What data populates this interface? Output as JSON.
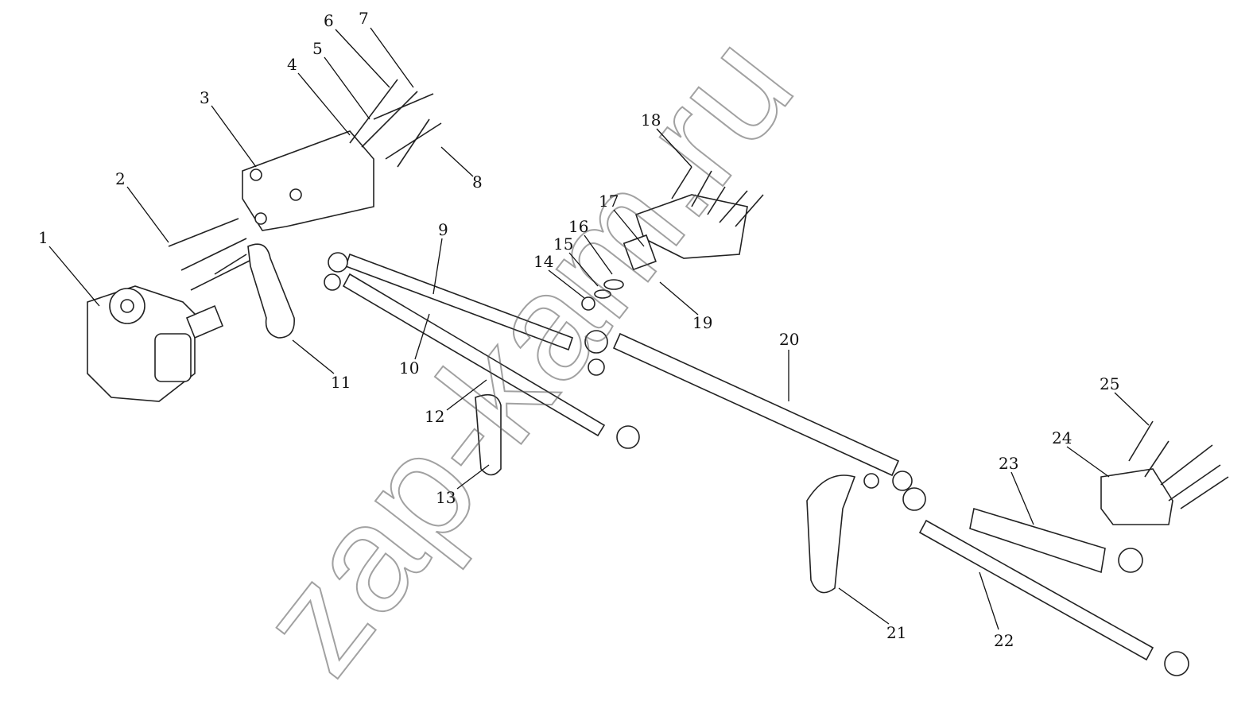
{
  "watermark": "zap-kam.ru",
  "callouts": [
    "1",
    "2",
    "3",
    "4",
    "5",
    "6",
    "7",
    "8",
    "9",
    "10",
    "11",
    "12",
    "13",
    "14",
    "15",
    "16",
    "17",
    "18",
    "19",
    "20",
    "21",
    "22",
    "23",
    "24",
    "25"
  ]
}
